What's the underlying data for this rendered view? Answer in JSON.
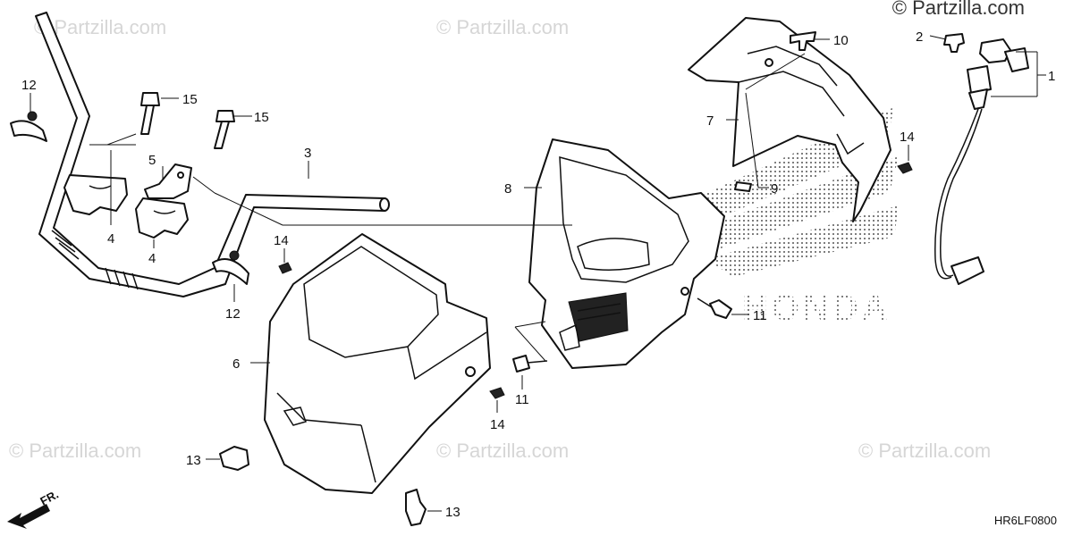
{
  "watermark": {
    "text": "© Partzilla.com",
    "top_right_text": "© Partzilla.com"
  },
  "diagram_code": "HR6LF0800",
  "direction_label": "FR.",
  "callouts": {
    "c1": "1",
    "c2": "2",
    "c3": "3",
    "c4a": "4",
    "c4b": "4",
    "c5": "5",
    "c6": "6",
    "c7": "7",
    "c8": "8",
    "c9": "9",
    "c10": "10",
    "c11a": "11",
    "c11b": "11",
    "c12a": "12",
    "c12b": "12",
    "c13a": "13",
    "c13b": "13",
    "c14a": "14",
    "c14b": "14",
    "c14c": "14",
    "c15a": "15",
    "c15b": "15"
  },
  "logo_text": "HONDA",
  "colors": {
    "line": "#111111",
    "watermark": "#d6d6d6",
    "halftone": "#555555"
  }
}
